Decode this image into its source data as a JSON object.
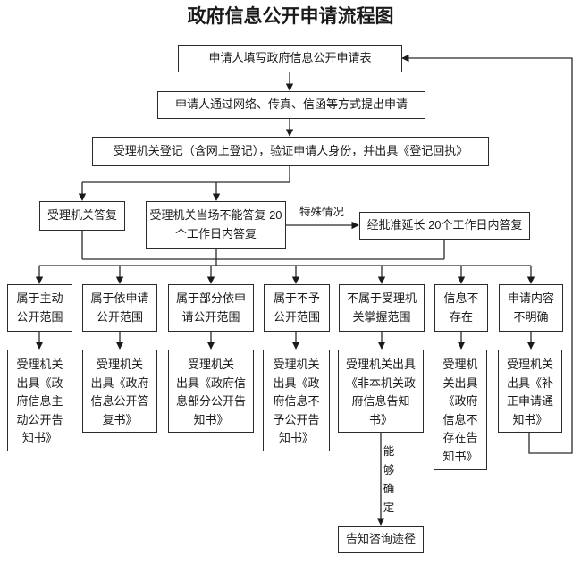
{
  "title": "政府信息公开申请流程图",
  "nodes": {
    "apply_form": {
      "lines": [
        "申请人填写政府信息公开申请表"
      ]
    },
    "submit": {
      "lines": [
        "申请人通过网络、传真、信函等方式提出申请"
      ]
    },
    "register": {
      "lines": [
        "受理机关登记（含网上登记），验证申请人身份，并出具《登记回执》"
      ]
    },
    "reply": {
      "lines": [
        "受理机关答复"
      ]
    },
    "cannot_reply": {
      "lines": [
        "受理机关当场不能答复 20",
        "个工作日内答复"
      ]
    },
    "extend": {
      "lines": [
        "经批准延长 20个工作日内答复"
      ]
    },
    "consult": {
      "lines": [
        "告知咨询途径"
      ]
    }
  },
  "edge_labels": {
    "special_case": "特殊情况",
    "can_determine": [
      "能",
      "够",
      "确",
      "定"
    ]
  },
  "categories": [
    {
      "lines": [
        "属于主动",
        "公开范围"
      ]
    },
    {
      "lines": [
        "属于依申请",
        "公开范围"
      ]
    },
    {
      "lines": [
        "属于部分依申",
        "请公开范围"
      ]
    },
    {
      "lines": [
        "属于不予",
        "公开范围"
      ]
    },
    {
      "lines": [
        "不属于受理机",
        "关掌握范围"
      ]
    },
    {
      "lines": [
        "信息不",
        "存在"
      ]
    },
    {
      "lines": [
        "申请内容",
        "不明确"
      ]
    }
  ],
  "results": [
    {
      "lines": [
        "受理机关",
        "出具《政",
        "府信息主",
        "动公开告",
        "知书》"
      ]
    },
    {
      "lines": [
        "受理机关",
        "出具《政府",
        "信息公开答",
        "复书》"
      ]
    },
    {
      "lines": [
        "受理机关",
        "出具《政府信",
        "息部分公开告",
        "知书》"
      ]
    },
    {
      "lines": [
        "受理机关",
        "出具《政",
        "府信息不",
        "予公开告",
        "知书》"
      ]
    },
    {
      "lines": [
        "受理机关出具",
        "《非本机关政",
        "府信息告知",
        "书》"
      ]
    },
    {
      "lines": [
        "受理机",
        "关出具",
        "《政府",
        "信息不",
        "存在告",
        "知书》"
      ]
    },
    {
      "lines": [
        "受理机关",
        "出具《补",
        "正申请通",
        "知书》"
      ]
    }
  ]
}
